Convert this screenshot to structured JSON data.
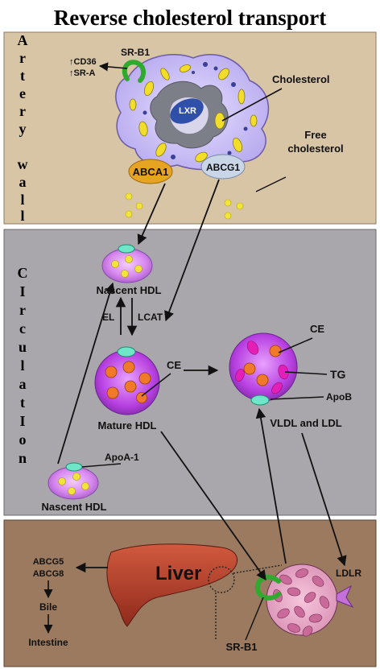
{
  "title": "Reverse cholesterol transport",
  "sections": {
    "artery_wall": [
      "A",
      "r",
      "t",
      "e",
      "r",
      "y",
      "",
      "w",
      "a",
      "l",
      "l"
    ],
    "circulation": [
      "C",
      "I",
      "r",
      "c",
      "u",
      "l",
      "a",
      "t",
      "I",
      "o",
      "n"
    ]
  },
  "labels": {
    "sr_b1_top": "SR-B1",
    "cd36": "↑CD36",
    "sr_a": "↑SR-A",
    "cholesterol": "Cholesterol",
    "lxr": "LXR",
    "free_chol_1": "Free",
    "free_chol_2": "cholesterol",
    "abca1": "ABCA1",
    "abcg1": "ABCG1",
    "nascent_hdl_top": "Nascent HDL",
    "el": "EL",
    "lcat": "LCAT",
    "ce_mature": "CE",
    "mature_hdl": "Mature HDL",
    "ce_vldl": "CE",
    "tg": "TG",
    "apob": "ApoB",
    "vldl_ldl": "VLDL and LDL",
    "apoa1": "ApoA-1",
    "nascent_hdl_bottom": "Nascent HDL",
    "liver": "Liver",
    "abcg5": "ABCG5",
    "abcg8": "ABCG8",
    "bile": "Bile",
    "intestine": "Intestine",
    "ldlr": "LDLR",
    "sr_b1_bottom": "SR-B1"
  },
  "colors": {
    "artery_bg": "#d8c5a6",
    "circulation_bg": "#a9a7ab",
    "liver_section_bg": "#9b7a5f",
    "cell": "#c9bff0",
    "lipoprotein": "#b03ad8",
    "liver": "#b33a28",
    "cholesterol_dot": "#f2dd2a",
    "ce_dot": "#f07a2a"
  }
}
